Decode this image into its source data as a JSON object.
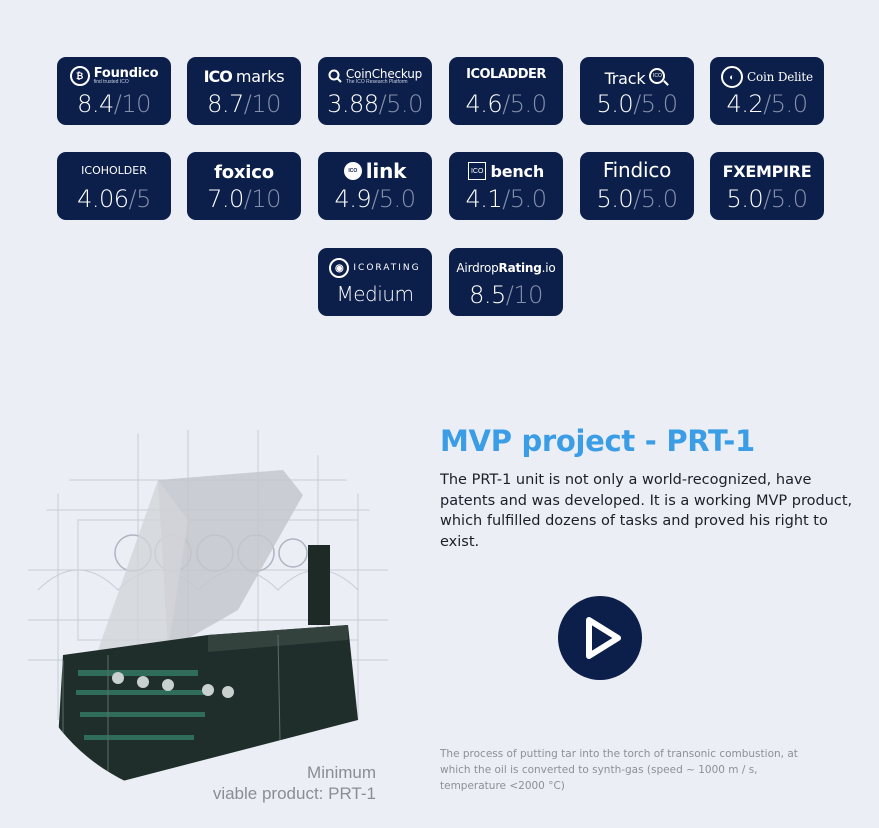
{
  "ratings": [
    {
      "name": "Foundico",
      "tagline": "find trusted ICO",
      "value": "8.4",
      "max": "/10",
      "icon": "bitcoin-circle-icon"
    },
    {
      "name": "marks",
      "prefix": "ICO",
      "value": "8.7",
      "max": "/10",
      "icon": "none"
    },
    {
      "name": "CoinCheckup",
      "tagline": "The ICO Research Platform",
      "value": "3.88",
      "max": "/5.0",
      "icon": "coin-magnifier-icon"
    },
    {
      "name": "ICOLADDER",
      "value": "4.6",
      "max": "/5.0",
      "icon": "none"
    },
    {
      "name": "Track",
      "badge": "ICO",
      "value": "5.0",
      "max": "/5.0",
      "icon": "magnifier-icon"
    },
    {
      "name": "Coin Delite",
      "value": "4.2",
      "max": "/5.0",
      "icon": "coin-circle-icon"
    },
    {
      "name": "ICOHOLDER",
      "value": "4.06",
      "max": "/5",
      "icon": "none"
    },
    {
      "name": "foxico",
      "value": "7.0",
      "max": "/10",
      "icon": "none"
    },
    {
      "name": "link",
      "badge": "ICO",
      "value": "4.9",
      "max": "/5.0",
      "icon": "ico-circle-icon"
    },
    {
      "name": "bench",
      "badge": "ICO",
      "value": "4.1",
      "max": "/5.0",
      "icon": "ico-box-icon"
    },
    {
      "name": "Findico",
      "value": "5.0",
      "max": "/5.0",
      "icon": "magnifier-icon"
    },
    {
      "name": "FXEMPIRE",
      "value": "5.0",
      "max": "/5.0",
      "icon": "none"
    },
    {
      "name": "ICORATING",
      "value": "Medium",
      "max": "",
      "icon": "globe-circle-icon"
    },
    {
      "name": "AirdropRating.io",
      "name_plain": "Airdrop",
      "name_bold": "Rating",
      "name_suffix": ".io",
      "value": "8.5",
      "max": "/10",
      "icon": "none"
    }
  ],
  "hero": {
    "caption_line1": "Minimum",
    "caption_line2": "viable product: PRT-1"
  },
  "mvp": {
    "title": "MVP project - PRT-1",
    "description": "The PRT-1 unit is not only a world-recognized, have patents and was developed. It is a working MVP product, which fulfilled dozens of tasks and proved his right to exist.",
    "footnote": "The process of putting tar into the torch of transonic combustion, at which the oil is converted to synth-gas (speed ~ 1000 m / s, temperature <2000 °C)"
  },
  "colors": {
    "badge_bg": "#0c1f4a",
    "accent": "#3a9de6",
    "page_bg": "#ebeef4"
  }
}
